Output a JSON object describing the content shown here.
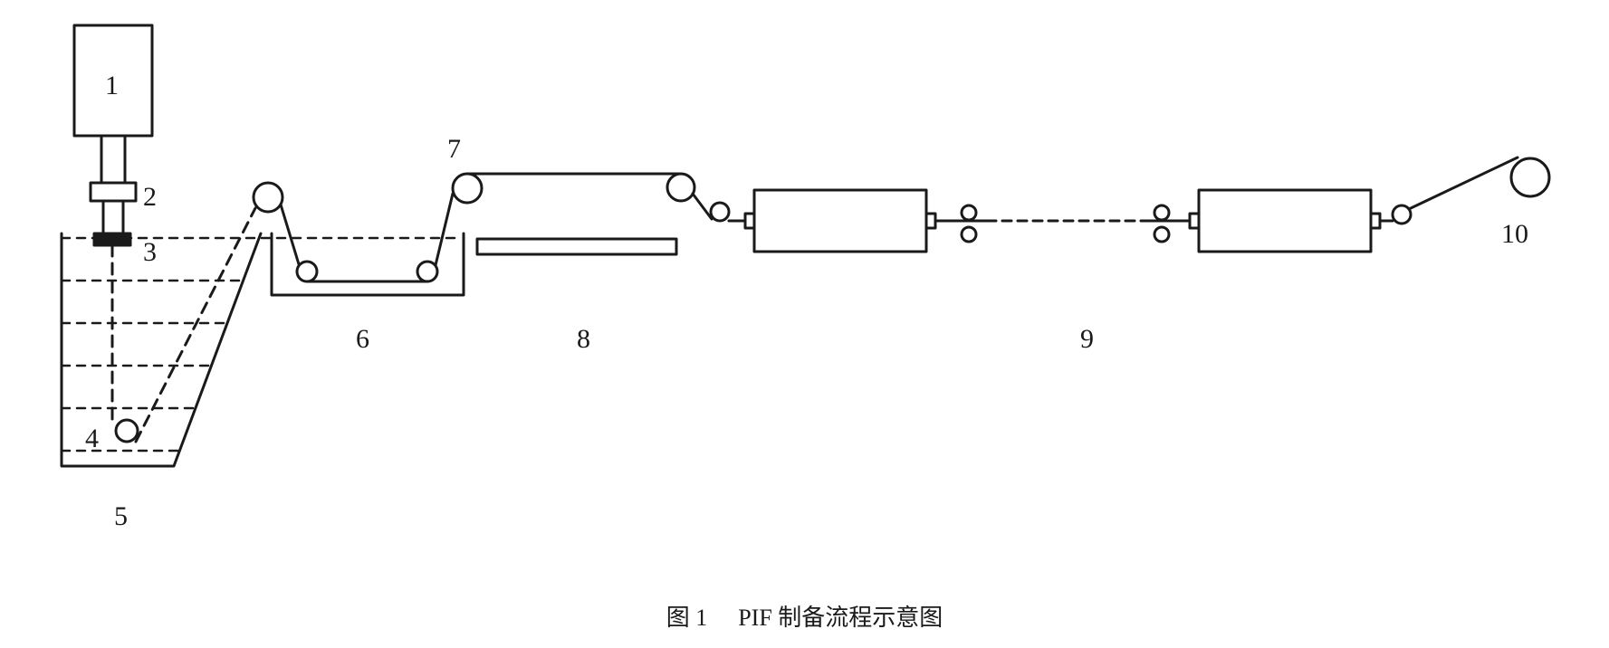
{
  "labels": {
    "l1": "1",
    "l2": "2",
    "l3": "3",
    "l4": "4",
    "l5": "5",
    "l6": "6",
    "l7": "7",
    "l8": "8",
    "l9": "9",
    "l10": "10"
  },
  "caption": {
    "figure_no": "图 1",
    "text": "PIF 制备流程示意图"
  },
  "colors": {
    "ink": "#1a1a1a",
    "background": "#ffffff"
  }
}
